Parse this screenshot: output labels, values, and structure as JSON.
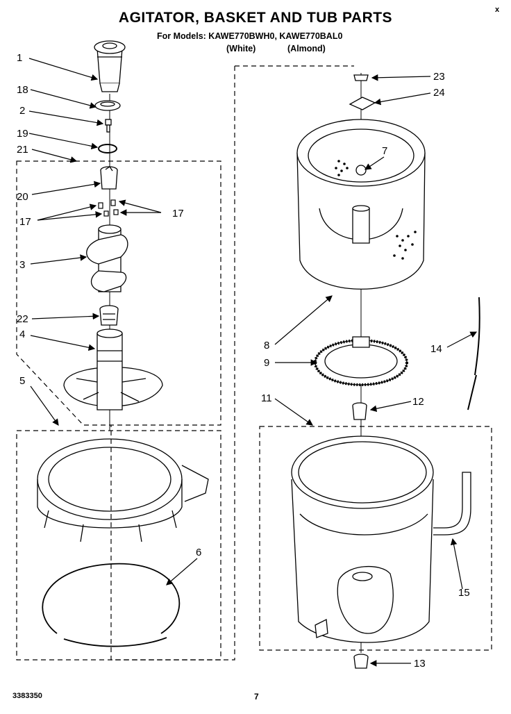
{
  "header": {
    "title": "AGITATOR, BASKET AND TUB PARTS",
    "models_line": "For Models: KAWE770BWH0, KAWE770BAL0",
    "color_white": "(White)",
    "color_almond": "(Almond)"
  },
  "footer": {
    "doc_number": "3383350",
    "page_number": "7",
    "corner_mark": "x"
  },
  "callouts": {
    "c1": "1",
    "c18": "18",
    "c2": "2",
    "c19": "19",
    "c21": "21",
    "c20": "20",
    "c17a": "17",
    "c17b": "17",
    "c3": "3",
    "c22": "22",
    "c4": "4",
    "c5": "5",
    "c6": "6",
    "c23": "23",
    "c24": "24",
    "c7": "7",
    "c8": "8",
    "c9": "9",
    "c14": "14",
    "c11": "11",
    "c12": "12",
    "c15": "15",
    "c13": "13"
  }
}
